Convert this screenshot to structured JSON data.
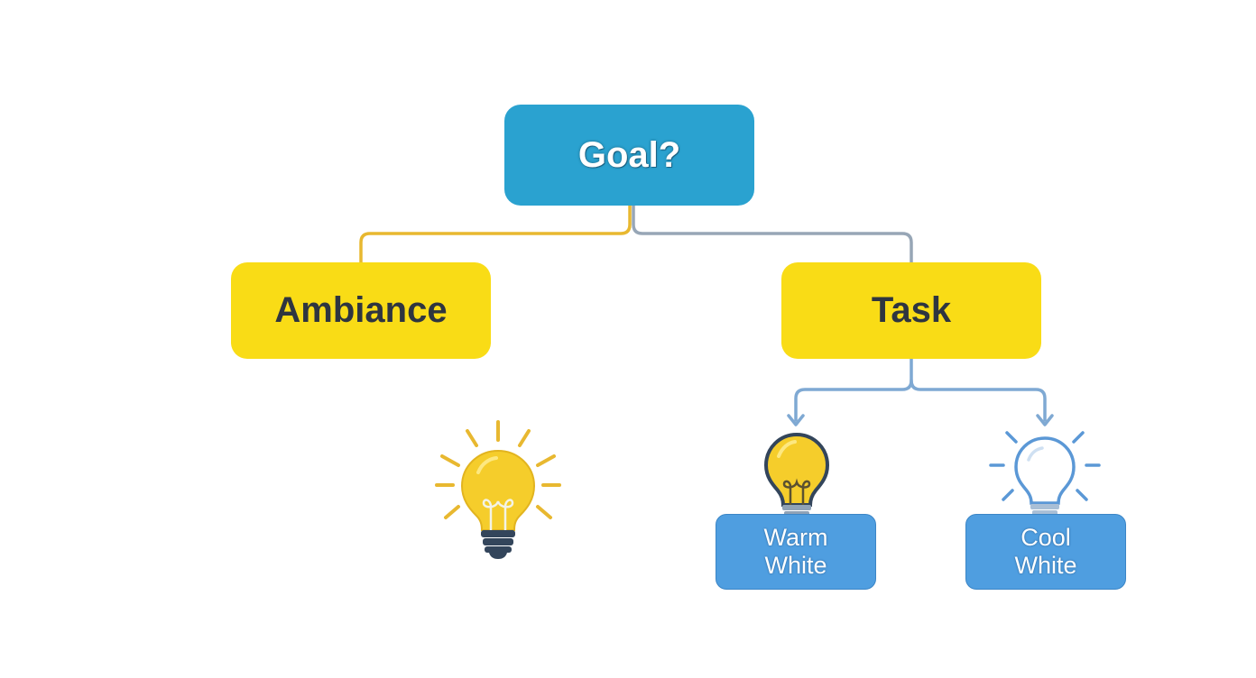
{
  "nodes": {
    "goal": "Goal?",
    "ambiance": "Ambiance",
    "task": "Task",
    "warm_white": "Warm\nWhite",
    "cool_white": "Cool\nWhite"
  },
  "icons": {
    "ambiance_bulb": "lightbulb-glowing-icon",
    "warm_bulb": "lightbulb-warm-icon",
    "cool_bulb": "lightbulb-cool-icon"
  },
  "colors": {
    "goal_fill": "#2aa2d0",
    "category_fill": "#f9dc16",
    "option_fill": "#4f9ee0",
    "ambiance_link": "#e8b830",
    "task_link": "#97a6b6",
    "arrow_link": "#7fa9d3",
    "warm_bulb": "#f5cd2b",
    "cool_bulb": "#5b98d6"
  }
}
